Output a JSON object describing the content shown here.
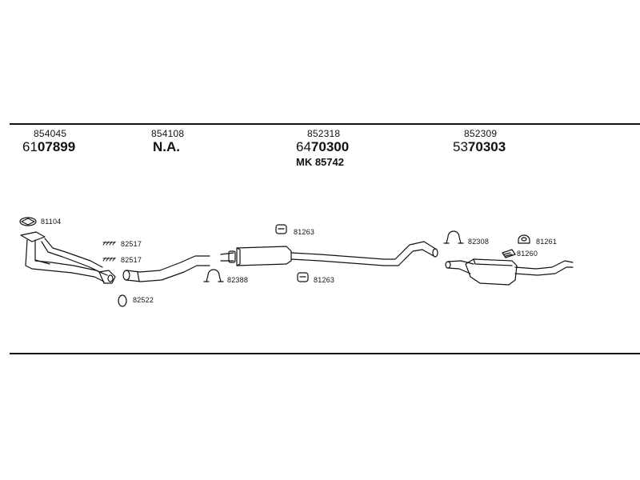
{
  "headers": [
    {
      "part_no": "854045",
      "price_prefix": "61",
      "price_main": "07899"
    },
    {
      "part_no": "854108",
      "na_text": "N.A."
    },
    {
      "part_no": "852318",
      "price_prefix": "64",
      "price_main": "70300",
      "mk_text": "MK 85742"
    },
    {
      "part_no": "852309",
      "price_prefix": "53",
      "price_main": "70303"
    }
  ],
  "labels": {
    "p81104": "81104",
    "p82517a": "82517",
    "p82517b": "82517",
    "p82522": "82522",
    "p82388": "82388",
    "p81263a": "81263",
    "p81263b": "81263",
    "p82308": "82308",
    "p81261": "81261",
    "p81260": "81260"
  }
}
